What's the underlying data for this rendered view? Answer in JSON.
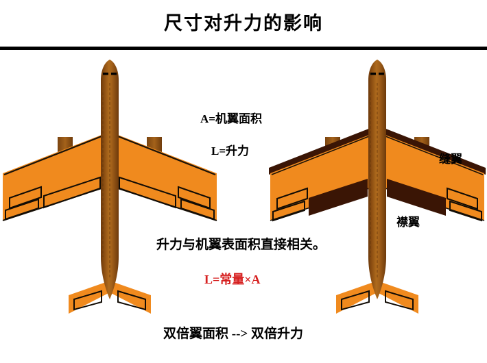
{
  "slide": {
    "title": "尺寸对升力的影响",
    "background_color": "#ffffff",
    "rule_color": "#000000"
  },
  "annotations": {
    "area_definition": "A=机翼面积",
    "lift_definition": "L=升力",
    "relation_statement": "升力与机翼表面积直接相关。",
    "formula": "L=常量×A",
    "formula_color": "#d62020",
    "conclusion": "双倍翼面积 --> 双倍升力"
  },
  "callouts": [
    {
      "label": "缝翼",
      "target": "leading-edge-slat",
      "aircraft": "right"
    },
    {
      "label": "襟翼",
      "target": "trailing-edge-flap",
      "aircraft": "right"
    }
  ],
  "aircraft": [
    {
      "id": "left",
      "caption": "clean-configuration",
      "surfaces_extended": false
    },
    {
      "id": "right",
      "caption": "flaps-and-slats-extended",
      "surfaces_extended": true
    }
  ],
  "colors": {
    "wing_orange": "#f08a1e",
    "wing_outline": "#1a1208",
    "fuselage_brown_dark": "#7d420d",
    "fuselage_brown_light": "#b06a1c",
    "extended_surface_dark": "#3a1505",
    "cockpit_marking": "#000000"
  }
}
